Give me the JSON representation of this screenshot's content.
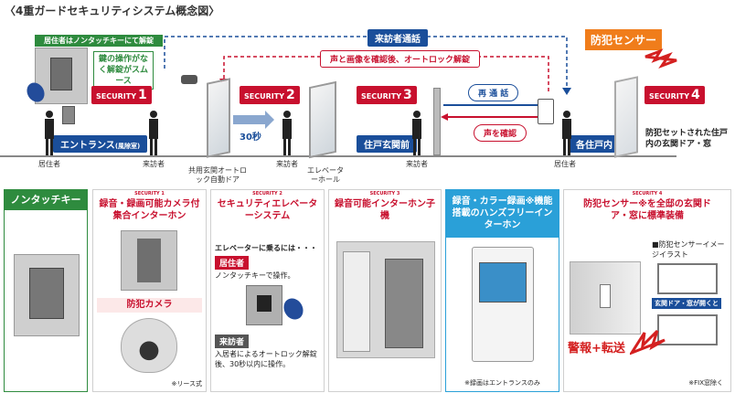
{
  "title": "〈4重ガードセキュリティシステム概念図〉",
  "callout_resident": "居住者はノンタッチキーにて解錠",
  "callout_smooth": "鍵の操作がなく解錠がスムース",
  "visitor_call": "来訪者通話",
  "auto_lock": "声と画像を確認後、オートロック解錠",
  "crime_sensor": "防犯センサー",
  "recall": "再 通 話",
  "voice_confirm": "声を確認",
  "sec1": "SECURITY",
  "sec1n": "1",
  "sec2": "SECURITY",
  "sec2n": "2",
  "sec3": "SECURITY",
  "sec3n": "3",
  "sec4": "SECURITY",
  "sec4n": "4",
  "entrance": "エントランス",
  "entrance_sub": "(風除室)",
  "timer": "30秒",
  "door_front": "住戸玄関前",
  "inside": "各住戸内",
  "sensor_note": "防犯セットされた住戸内の玄関ドア・窓",
  "resident": "居住者",
  "visitor": "来訪者",
  "shared_door": "共用玄関オートロック自動ドア",
  "elevator_hall": "エレベーターホール",
  "col0_head": "ノンタッチキー",
  "col1_badge": "SECURITY 1",
  "col1_head": "録音・録画可能カメラ付集合インターホン",
  "col1_cam": "防犯カメラ",
  "col1_note": "※リース式",
  "col2_badge": "SECURITY 2",
  "col2_head": "セキュリティエレベーターシステム",
  "col2_lead": "エレベーターに乗るには・・・",
  "col2_res": "居住者",
  "col2_res_txt": "ノンタッチキーで操作。",
  "col2_vis": "来訪者",
  "col2_vis_txt": "入居者によるオートロック解錠後、30秒以内に操作。",
  "col3_badge": "SECURITY 3",
  "col3_head": "録音可能インターホン子機",
  "col4_head": "録音・カラー録画※機能搭載のハンズフリーインターホン",
  "col4_note": "※録画はエントランスのみ",
  "col5_badge": "SECURITY 4",
  "col5_head": "防犯センサー※を全邸の玄関ドア・窓に標準装備",
  "col5_img": "■防犯センサーイメージイラスト",
  "col5_open": "玄関ドア・窓が開くと",
  "col5_alarm": "警報+転送",
  "col5_fix": "※FIX窓除く"
}
